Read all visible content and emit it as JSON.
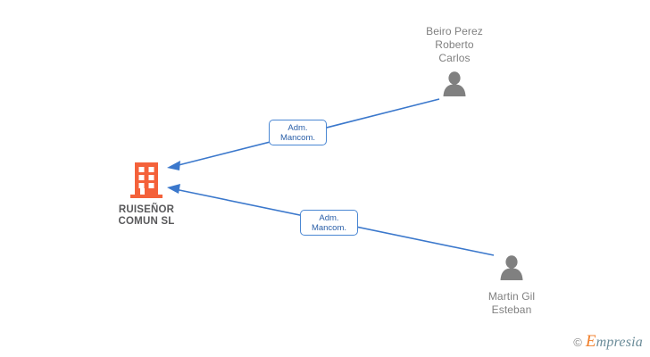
{
  "diagram": {
    "type": "company-relationship-graph",
    "company": {
      "name": "RUISEÑOR\nCOMUN SL",
      "icon": "building-icon",
      "color": "#f4613a"
    },
    "persons": [
      {
        "id": "beiro-perez-roberto-carlos",
        "name": "Beiro Perez\nRoberto\nCarlos",
        "icon": "person-icon",
        "color": "#808080"
      },
      {
        "id": "martin-gil-esteban",
        "name": "Martin Gil\nEsteban",
        "icon": "person-icon",
        "color": "#808080"
      }
    ],
    "relations": [
      {
        "id": "relation-beiro-perez",
        "label": "Adm.\nMancom.",
        "from": "beiro-perez-roberto-carlos",
        "to": "ruisenor-comun-sl",
        "color": "#4a87d3"
      },
      {
        "id": "relation-martin-gil",
        "label": "Adm.\nMancom.",
        "from": "martin-gil-esteban",
        "to": "ruisenor-comun-sl",
        "color": "#4a87d3"
      }
    ]
  },
  "watermark": {
    "copyright": "©",
    "brand_initial": "E",
    "brand_rest": "mpresia"
  }
}
